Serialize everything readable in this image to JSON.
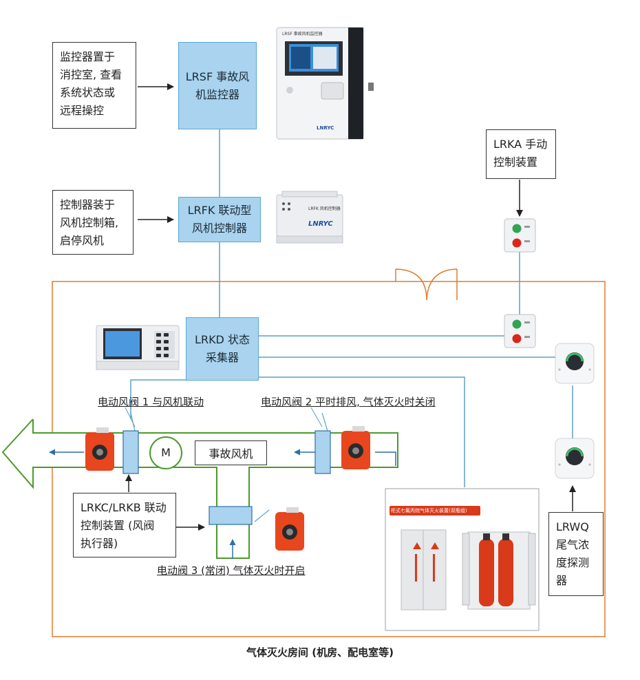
{
  "notes": {
    "monitor_note": "监控器置于\n消控室, 查看\n系统状态或\n远程操控",
    "controller_note": "控制器装于\n风机控制箱,\n启停风机",
    "lrka_note": "LRKA 手动\n控制装置",
    "lrkc_note": "LRKC/LRKB 联动\n控制装置 (风阀\n执行器)",
    "lrwq_note": "LRWQ\n尾气浓\n度探测\n器"
  },
  "devices": {
    "lrsf": "LRSF 事故风\n机监控器",
    "lrfk": "LRFK 联动型\n风机控制器",
    "lrkd": "LRKD 状态\n采集器",
    "fan": "事故风机",
    "motor": "M"
  },
  "labels": {
    "valve1": "电动风阀 1 与风机联动",
    "valve2": "电动风阀 2 平时排风, 气体灭火时关闭",
    "valve3": "电动阀 3 (常闭) 气体灭火时开启",
    "room": "气体灭火房间 (机房、配电室等)"
  },
  "product_text": {
    "monitor_panel_title": "LRSF 事故风机监控器",
    "brand": "LNRYC",
    "controller_label": "LRFK 风机控制器",
    "extinguisher_title": "柜式七氟丙烷气体灭火装置(双瓶组)"
  },
  "colors": {
    "blue_fill": "#a9d3ee",
    "blue_border": "#5aa7d6",
    "wire": "#5aa0c6",
    "duct": "#4a9a2a",
    "room_border": "#e07b2a",
    "actuator": "#e8461e",
    "cabinet_red": "#d83a1a"
  }
}
